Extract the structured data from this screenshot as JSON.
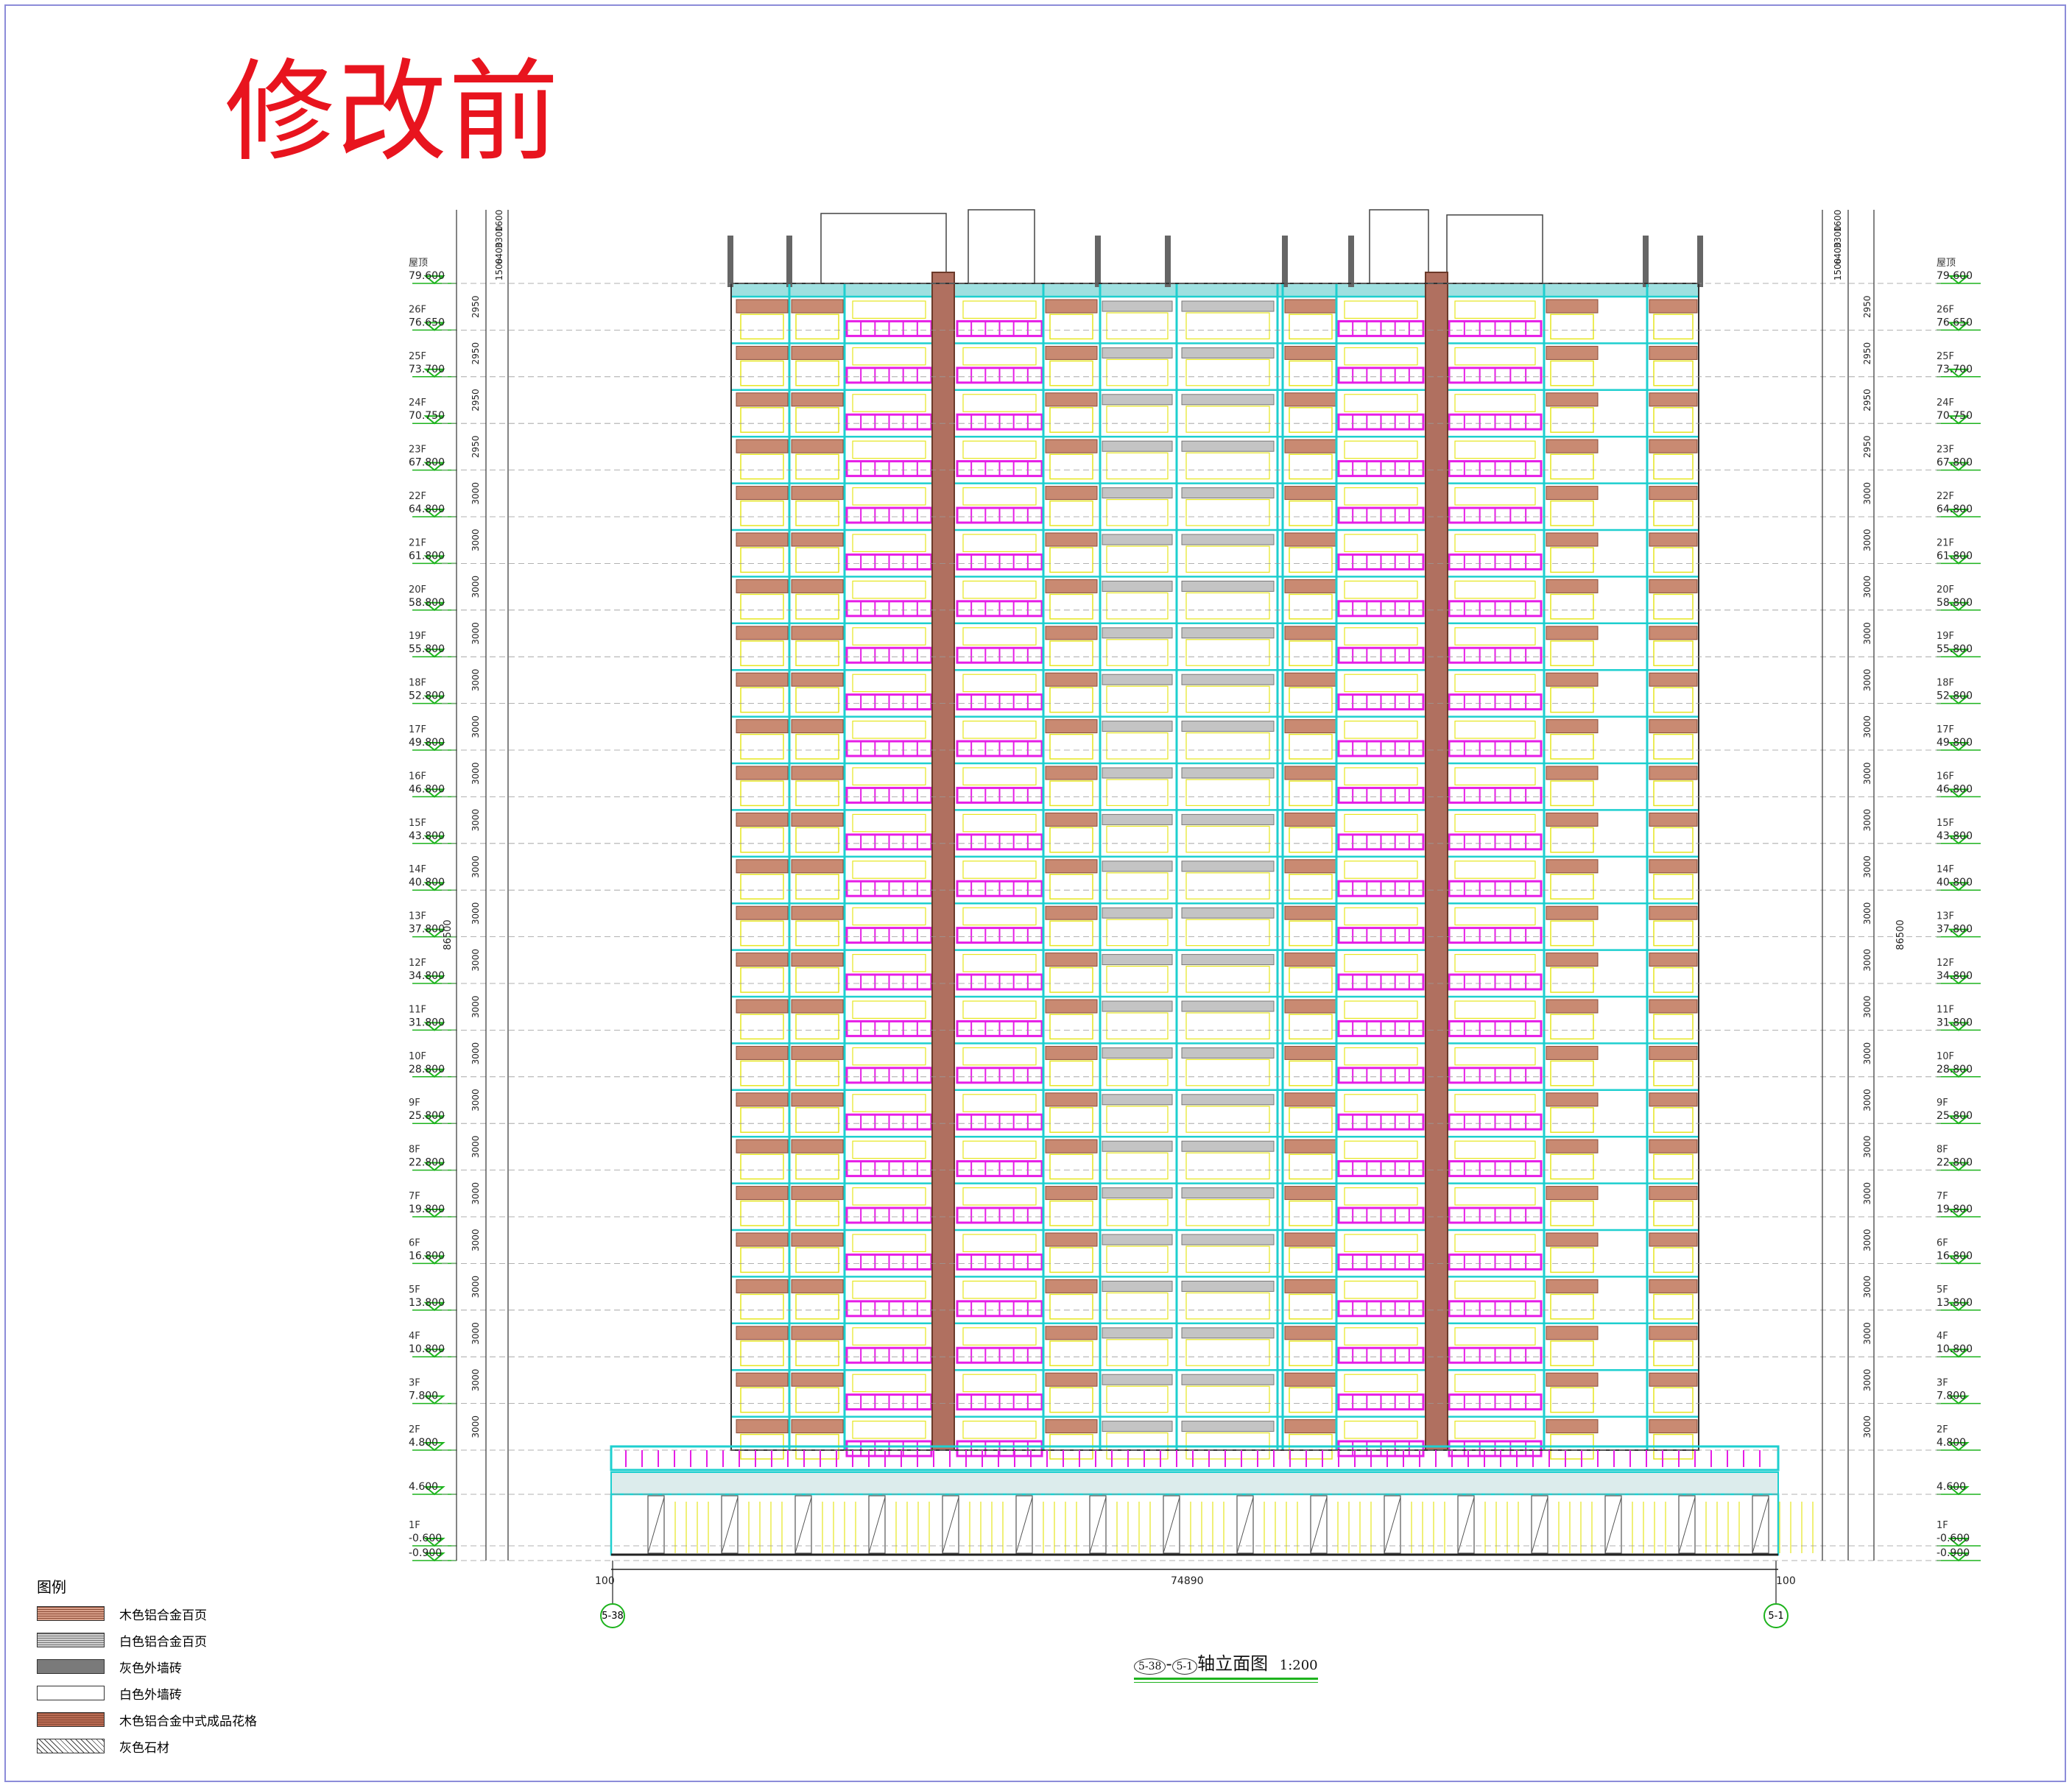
{
  "title": "修改前",
  "caption": {
    "axis_from": "5-38",
    "axis_to": "5-1",
    "text": "轴立面图",
    "scale": "1:200"
  },
  "overall_width": "74890",
  "edge_offset_left": "100",
  "edge_offset_right": "100",
  "total_height": "86500",
  "axis_bubbles": [
    "5-38",
    "5-1"
  ],
  "floor_levels": [
    {
      "name": "屋顶",
      "elev": "79.600"
    },
    {
      "name": "26F",
      "elev": "76.650"
    },
    {
      "name": "25F",
      "elev": "73.700"
    },
    {
      "name": "24F",
      "elev": "70.750"
    },
    {
      "name": "23F",
      "elev": "67.800"
    },
    {
      "name": "22F",
      "elev": "64.800"
    },
    {
      "name": "21F",
      "elev": "61.800"
    },
    {
      "name": "20F",
      "elev": "58.800"
    },
    {
      "name": "19F",
      "elev": "55.800"
    },
    {
      "name": "18F",
      "elev": "52.800"
    },
    {
      "name": "17F",
      "elev": "49.800"
    },
    {
      "name": "16F",
      "elev": "46.800"
    },
    {
      "name": "15F",
      "elev": "43.800"
    },
    {
      "name": "14F",
      "elev": "40.800"
    },
    {
      "name": "13F",
      "elev": "37.800"
    },
    {
      "name": "12F",
      "elev": "34.800"
    },
    {
      "name": "11F",
      "elev": "31.800"
    },
    {
      "name": "10F",
      "elev": "28.800"
    },
    {
      "name": "9F",
      "elev": "25.800"
    },
    {
      "name": "8F",
      "elev": "22.800"
    },
    {
      "name": "7F",
      "elev": "19.800"
    },
    {
      "name": "6F",
      "elev": "16.800"
    },
    {
      "name": "5F",
      "elev": "13.800"
    },
    {
      "name": "4F",
      "elev": "10.800"
    },
    {
      "name": "3F",
      "elev": "7.800"
    },
    {
      "name": "2F",
      "elev": "4.800"
    },
    {
      "name": "",
      "elev": "4.600"
    },
    {
      "name": "1F",
      "elev": "-0.600"
    },
    {
      "name": "",
      "elev": "-0.900"
    }
  ],
  "floor_heights": [
    "2950",
    "2950",
    "2950",
    "2950",
    "3000",
    "3000",
    "3000",
    "3000",
    "3000",
    "3000",
    "3000",
    "3000",
    "3000",
    "3000",
    "3000",
    "3000",
    "3000",
    "3000",
    "3000",
    "3000",
    "3000",
    "3000",
    "3000",
    "3000",
    "3000"
  ],
  "top_dims": [
    "1600",
    "3300",
    "6400",
    "1500"
  ],
  "legend": {
    "heading": "图例",
    "items": [
      {
        "label": "木色铝合金百页",
        "color": "#d9a08a",
        "pattern": "hatch-wood"
      },
      {
        "label": "白色铝合金百页",
        "color": "#b8b8b8",
        "pattern": "hatch-grey"
      },
      {
        "label": "灰色外墙砖",
        "color": "#7a7a7a",
        "pattern": "solid-grey"
      },
      {
        "label": "白色外墙砖",
        "color": "#ffffff",
        "pattern": "blank"
      },
      {
        "label": "木色铝合金中式成品花格",
        "color": "#b86a52",
        "pattern": "hatch-wood-dark"
      },
      {
        "label": "灰色石材",
        "color": "#ffffff",
        "pattern": "diag-hatch"
      }
    ]
  },
  "colors": {
    "title_red": "#e8141e",
    "cyan": "#1ecfcf",
    "magenta": "#e61ee6",
    "yellow": "#e6e61e",
    "wood": "#c98a72",
    "green_dim": "#1db31d",
    "frame": "#8c8cd9"
  }
}
